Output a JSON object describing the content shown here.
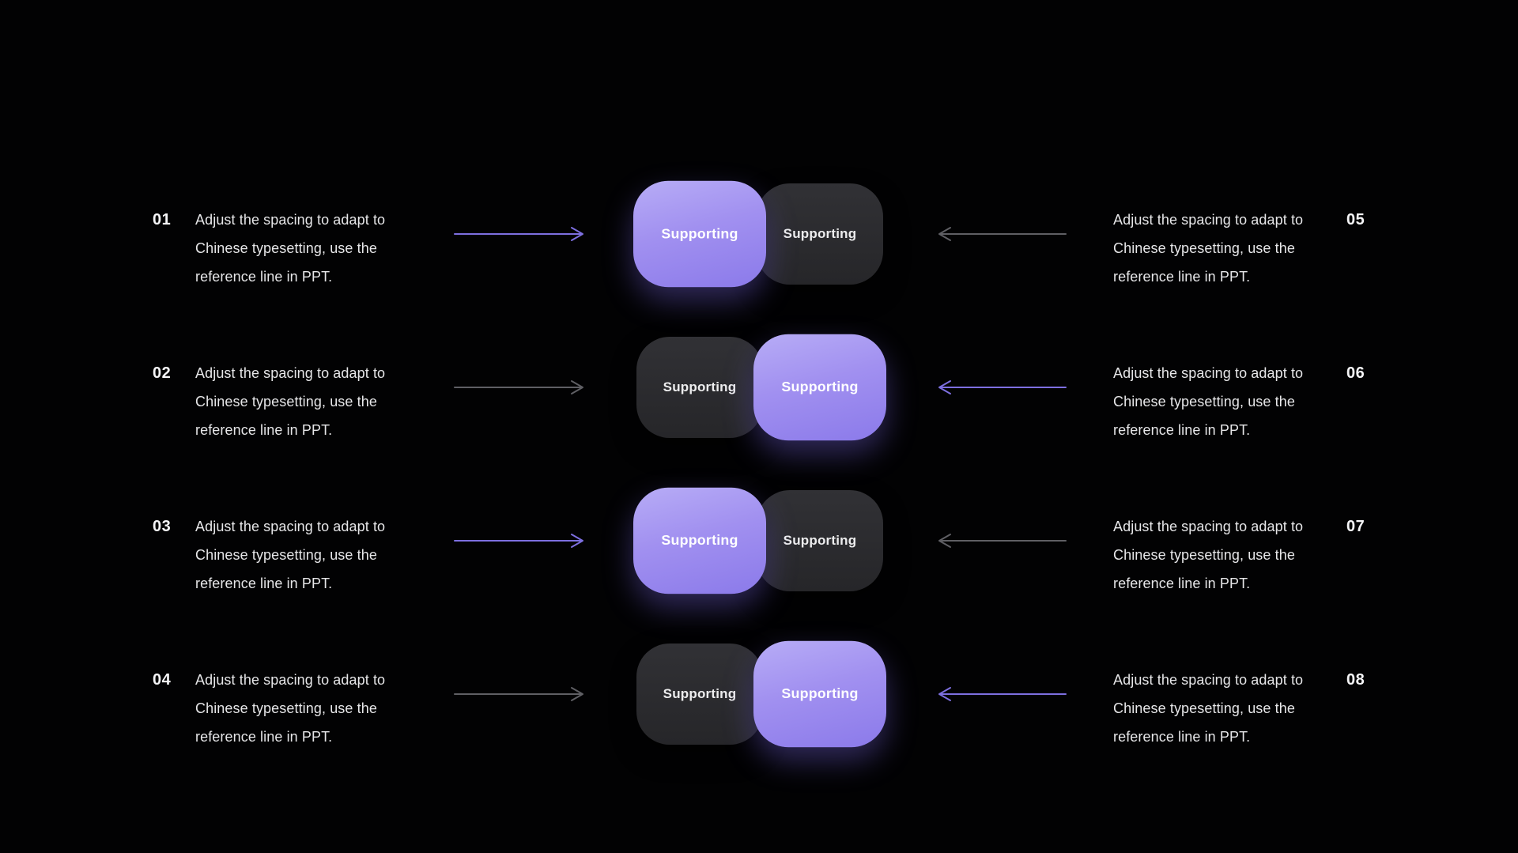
{
  "slide": {
    "background": "#020203",
    "accent_purple": "#9c8cf0",
    "tile_dark": "#2b2b2e",
    "arrow_gray": "#5f5f64",
    "arrow_purple": "#7d6fe0",
    "rows": [
      {
        "left_number": "01",
        "left_text": "Adjust the spacing to adapt to\nChinese typesetting, use the\nreference line in PPT.",
        "tile_left_label": "Supporting",
        "tile_right_label": "Supporting",
        "highlight": "left",
        "right_text": "Adjust the spacing to adapt to\nChinese typesetting, use the\nreference line in PPT.",
        "right_number": "05"
      },
      {
        "left_number": "02",
        "left_text": "Adjust the spacing to adapt to\nChinese typesetting, use the\nreference line in PPT.",
        "tile_left_label": "Supporting",
        "tile_right_label": "Supporting",
        "highlight": "right",
        "right_text": "Adjust the spacing to adapt to\nChinese typesetting, use the\nreference line in PPT.",
        "right_number": "06"
      },
      {
        "left_number": "03",
        "left_text": "Adjust the spacing to adapt to\nChinese typesetting, use the\nreference line in PPT.",
        "tile_left_label": "Supporting",
        "tile_right_label": "Supporting",
        "highlight": "left",
        "right_text": "Adjust the spacing to adapt to\nChinese typesetting, use the\nreference line in PPT.",
        "right_number": "07"
      },
      {
        "left_number": "04",
        "left_text": "Adjust the spacing to adapt to\nChinese typesetting, use the\nreference line in PPT.",
        "tile_left_label": "Supporting",
        "tile_right_label": "Supporting",
        "highlight": "right",
        "right_text": "Adjust the spacing to adapt to\nChinese typesetting, use the\nreference line in PPT.",
        "right_number": "08"
      }
    ]
  }
}
